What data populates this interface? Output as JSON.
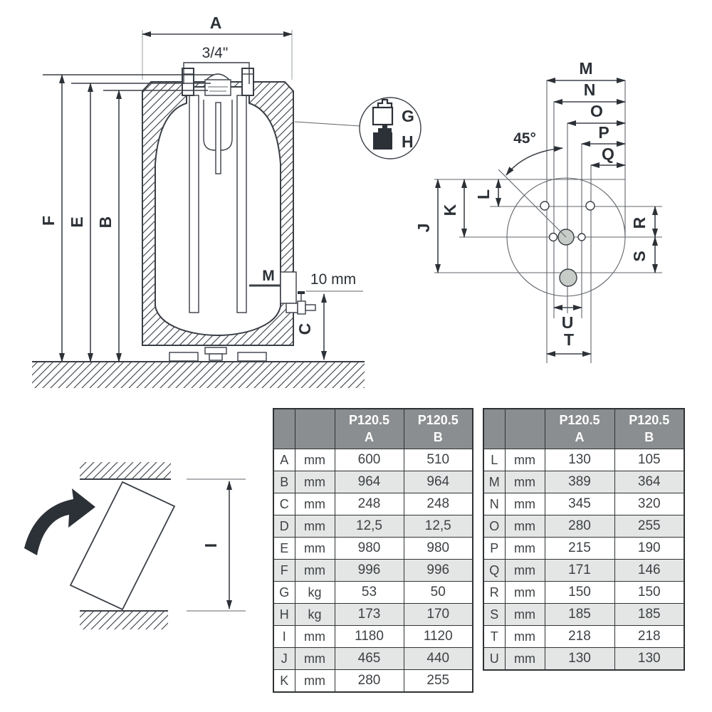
{
  "front_view": {
    "labels": {
      "a": "A",
      "thread": "3/4\"",
      "f": "F",
      "e": "E",
      "b": "B",
      "m": "M",
      "offset": "10 mm",
      "c": "C",
      "g": "G",
      "h": "H"
    },
    "icons": {
      "weight_empty": "weight-outline-icon",
      "weight_full": "weight-filled-icon"
    }
  },
  "top_view": {
    "labels": {
      "m": "M",
      "n": "N",
      "o": "O",
      "p": "P",
      "q": "Q",
      "angle": "45°",
      "j": "J",
      "k": "K",
      "l": "L",
      "r": "R",
      "s": "S",
      "u": "U",
      "t": "T"
    }
  },
  "tilt_view": {
    "labels": {
      "i": "I"
    }
  },
  "colors": {
    "line": "#3a3f46",
    "table_header_bg": "#8b8e90",
    "table_row_alt": "#e4e5e5",
    "hole_fill": "#c7ccc8"
  },
  "tables": [
    {
      "col_a": {
        "model": "P120.5",
        "variant": "A"
      },
      "col_b": {
        "model": "P120.5",
        "variant": "B"
      },
      "rows": [
        [
          "A",
          "mm",
          "600",
          "510"
        ],
        [
          "B",
          "mm",
          "964",
          "964"
        ],
        [
          "C",
          "mm",
          "248",
          "248"
        ],
        [
          "D",
          "mm",
          "12,5",
          "12,5"
        ],
        [
          "E",
          "mm",
          "980",
          "980"
        ],
        [
          "F",
          "mm",
          "996",
          "996"
        ],
        [
          "G",
          "kg",
          "53",
          "50"
        ],
        [
          "H",
          "kg",
          "173",
          "170"
        ],
        [
          "I",
          "mm",
          "1180",
          "1120"
        ],
        [
          "J",
          "mm",
          "465",
          "440"
        ],
        [
          "K",
          "mm",
          "280",
          "255"
        ]
      ]
    },
    {
      "col_a": {
        "model": "P120.5",
        "variant": "A"
      },
      "col_b": {
        "model": "P120.5",
        "variant": "B"
      },
      "rows": [
        [
          "L",
          "mm",
          "130",
          "105"
        ],
        [
          "M",
          "mm",
          "389",
          "364"
        ],
        [
          "N",
          "mm",
          "345",
          "320"
        ],
        [
          "O",
          "mm",
          "280",
          "255"
        ],
        [
          "P",
          "mm",
          "215",
          "190"
        ],
        [
          "Q",
          "mm",
          "171",
          "146"
        ],
        [
          "R",
          "mm",
          "150",
          "150"
        ],
        [
          "S",
          "mm",
          "185",
          "185"
        ],
        [
          "T",
          "mm",
          "218",
          "218"
        ],
        [
          "U",
          "mm",
          "130",
          "130"
        ]
      ]
    }
  ]
}
